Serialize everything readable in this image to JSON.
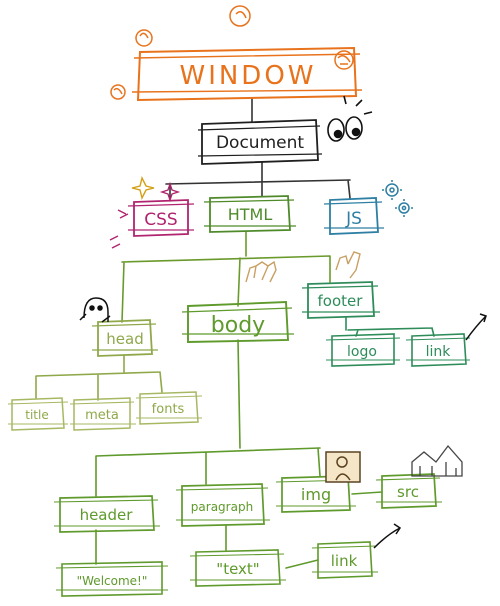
{
  "colors": {
    "window": "#e8731c",
    "document": "#1f1f1f",
    "css": "#b0246f",
    "html": "#4f8a2a",
    "js": "#2d7fa3",
    "head": "#8fa84a",
    "body_branch": "#5f9a2c",
    "footer": "#2e8c5a",
    "lines": "#6a9a2c"
  },
  "nodes": {
    "window": "WINDOW",
    "document": "Document",
    "css": "CSS",
    "html": "HTML",
    "js": "JS",
    "head": "head",
    "body": "body",
    "footer": "footer",
    "logo": "logo",
    "footer_link": "link",
    "title": "title",
    "meta": "meta",
    "fonts": "fonts",
    "header": "header",
    "paragraph": "paragraph",
    "img": "img",
    "src": "src",
    "welcome": "\"Welcome!\"",
    "text": "\"text\"",
    "paragraph_link": "link"
  },
  "icons": [
    "flame-icon",
    "eyes-icon",
    "sparkle-icon",
    "gear-icon",
    "hands-icon",
    "ghost-icon",
    "photo-icon",
    "castle-icon",
    "arrow-icon"
  ]
}
